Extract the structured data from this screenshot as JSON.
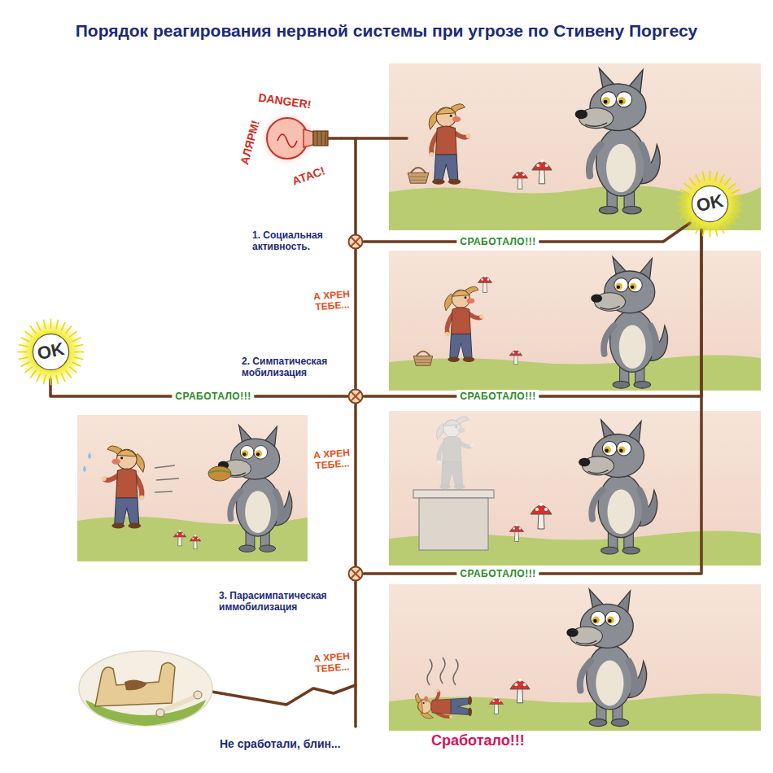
{
  "diagram": {
    "title": "Порядок реагирования нервной системы при угрозе по Стивену Поргесу",
    "nodes": [
      {
        "text": [
          "АЛЯРМ!",
          "DANGER!",
          "АТАС!"
        ]
      },
      {
        "text": [
          "OK"
        ]
      },
      {
        "text": [
          "1. Социальная активность."
        ]
      },
      {
        "text": [
          "OK"
        ]
      },
      {
        "text": [
          "2. Симпатическая мобилизация"
        ]
      },
      {
        "text": [
          "3. Парасимпатическая иммобилизация"
        ]
      },
      {
        "text": [
          "Не сработали, блин..."
        ]
      }
    ],
    "edges": [
      {
        "from": 0,
        "to": 2,
        "arrow": "none"
      },
      {
        "from": 2,
        "to": 1,
        "label": "СРАБОТАЛО!!!",
        "arrow": "none"
      },
      {
        "from": 2,
        "to": 4,
        "label": "А ХРЕН ТЕБЕ...",
        "arrow": "none"
      },
      {
        "from": 4,
        "to": 3,
        "label": "СРАБОТАЛО!!!",
        "arrow": "none"
      },
      {
        "from": 4,
        "to": 1,
        "label": "СРАБОТАЛО!!!",
        "arrow": "none"
      },
      {
        "from": 4,
        "to": 5,
        "label": "А ХРЕН ТЕБЕ...",
        "arrow": "none"
      },
      {
        "from": 5,
        "to": 1,
        "label": "СРАБОТАЛО!!!",
        "arrow": "none"
      },
      {
        "from": 5,
        "to": 6,
        "label": "А ХРЕН ТЕБЕ...",
        "arrow": "none"
      }
    ],
    "labels": [
      "Сработало!!!"
    ]
  }
}
